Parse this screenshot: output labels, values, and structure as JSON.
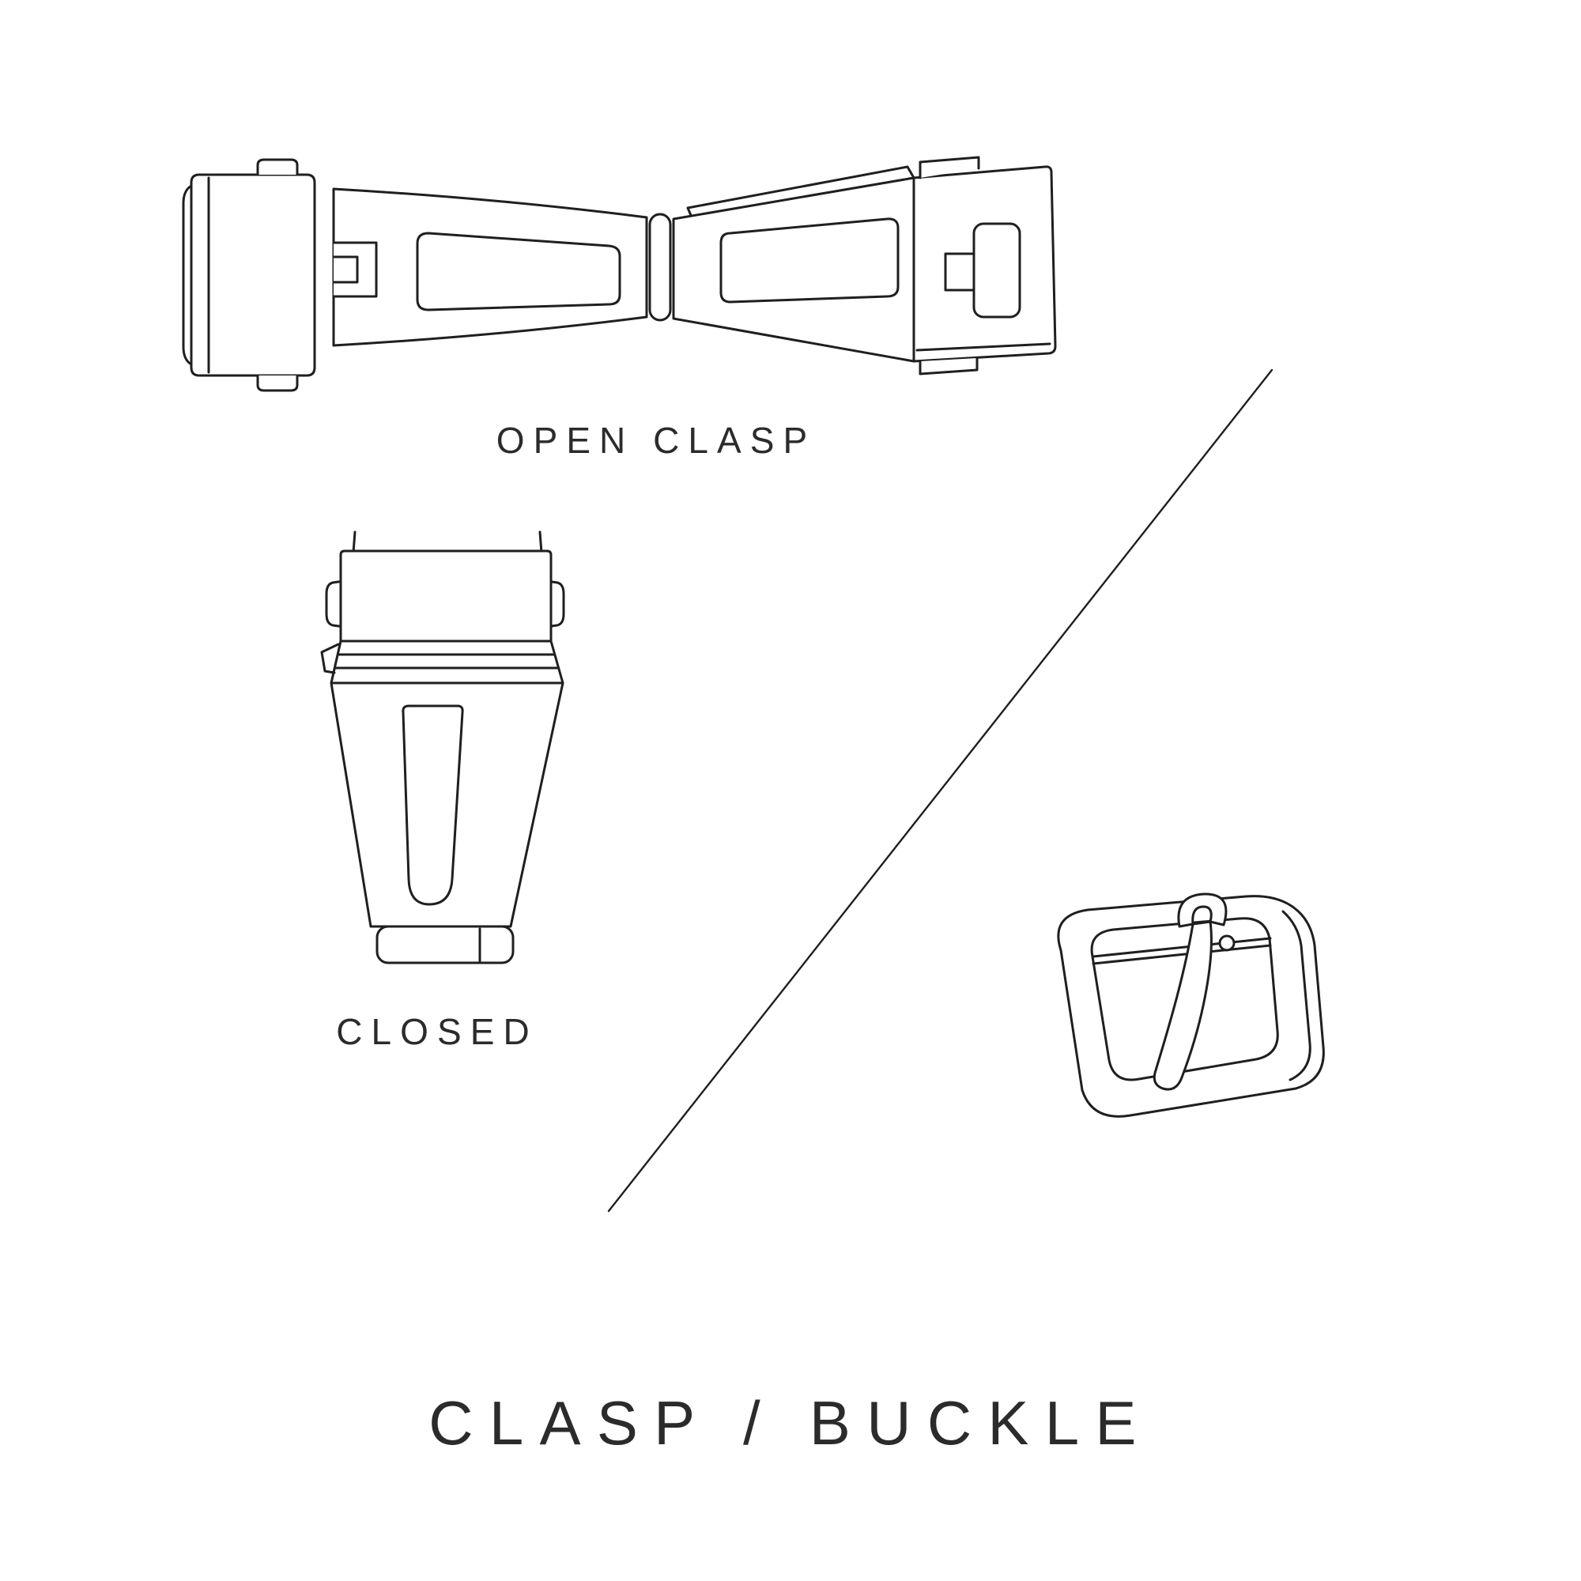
{
  "canvas": {
    "background": "#ffffff",
    "line_color": "#1f1f1f",
    "text_color": "#2b2b2b"
  },
  "figures": {
    "open_clasp": {
      "label": "OPEN CLASP"
    },
    "closed_clasp": {
      "label": "CLOSED"
    }
  },
  "title": "CLASP / BUCKLE"
}
